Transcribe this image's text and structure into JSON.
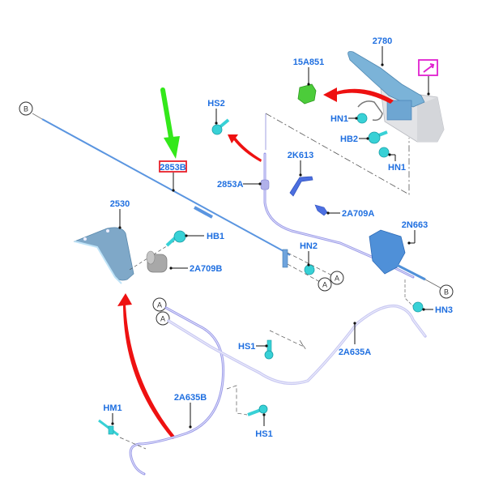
{
  "diagram": {
    "title": "Parking brake control and cables exploded view",
    "labels": {
      "p2780": "2780",
      "p15A851": "15A851",
      "hs2": "HS2",
      "hn1_top": "HN1",
      "hb2": "HB2",
      "hn1_bottom": "HN1",
      "p2853B": "2853B",
      "p2853A": "2853A",
      "p2K613": "2K613",
      "p2A709A": "2A709A",
      "p2530": "2530",
      "hb1": "HB1",
      "p2A709B": "2A709B",
      "hn2": "HN2",
      "p2N663": "2N663",
      "hn3": "HN3",
      "hs1_upper": "HS1",
      "p2A635A": "2A635A",
      "hm1": "HM1",
      "p2A635B": "2A635B",
      "hs1_lower": "HS1"
    },
    "connectors": {
      "b_left": "B",
      "b_right": "B",
      "a_mid_1": "A",
      "a_mid_2": "A",
      "a_low_1": "A",
      "a_low_2": "A"
    },
    "highlights": {
      "highlighted_part": "2853B",
      "highlight_box_color": "#e8202a",
      "callout_box_color": "#e020d0",
      "green_arrow_color": "#33e81a",
      "red_arrow_color": "#ee1111"
    }
  }
}
